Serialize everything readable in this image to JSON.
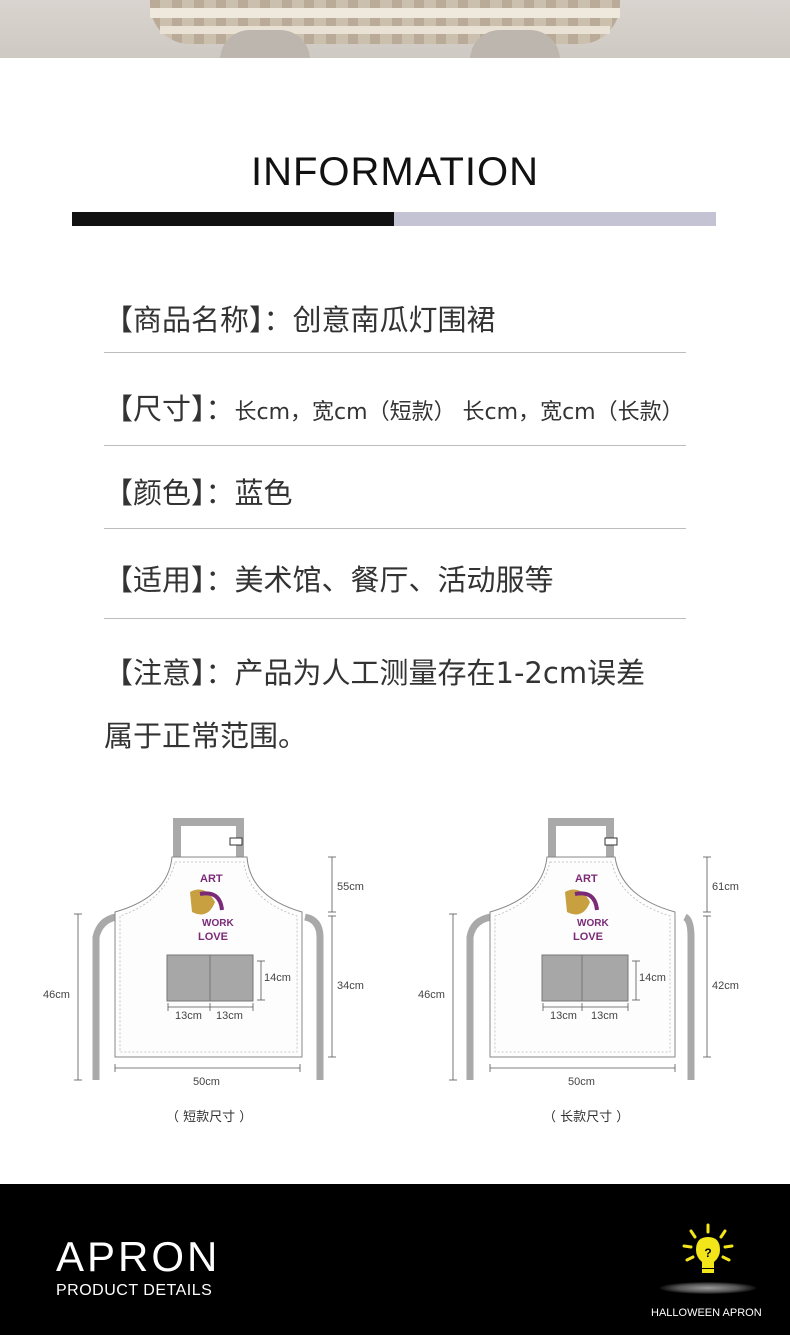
{
  "header": {
    "title": "INFORMATION"
  },
  "info": {
    "name_label": "【商品名称】：",
    "name_value": "创意南瓜灯围裙",
    "size_label": "【尺寸】：",
    "size_value": "长cm，宽cm（短款） 长cm，宽cm（长款）",
    "color_label": "【颜色】：",
    "color_value": "蓝色",
    "usage_label": "【适用】：",
    "usage_value": "美术馆、餐厅、活动服等",
    "note_label": "【注意】：",
    "note_value_1": "产品为人工测量存在1-2cm误差",
    "note_value_2": "属于正常范围。"
  },
  "diagrams": {
    "short": {
      "bib": "55cm",
      "body": "34cm",
      "total": "46cm",
      "pocket_h": "14cm",
      "pocket_w1": "13cm",
      "pocket_w2": "13cm",
      "width": "50cm",
      "caption": "（ 短款尺寸 ）"
    },
    "long": {
      "bib": "61cm",
      "body": "42cm",
      "total": "46cm",
      "pocket_h": "14cm",
      "pocket_w1": "13cm",
      "pocket_w2": "13cm",
      "width": "50cm",
      "caption": "（ 长款尺寸 ）"
    }
  },
  "footer": {
    "title": "APRON",
    "subtitle": "PRODUCT DETAILS",
    "badge": "HALLOWEEN APRON",
    "icon": "lightbulb-icon"
  }
}
